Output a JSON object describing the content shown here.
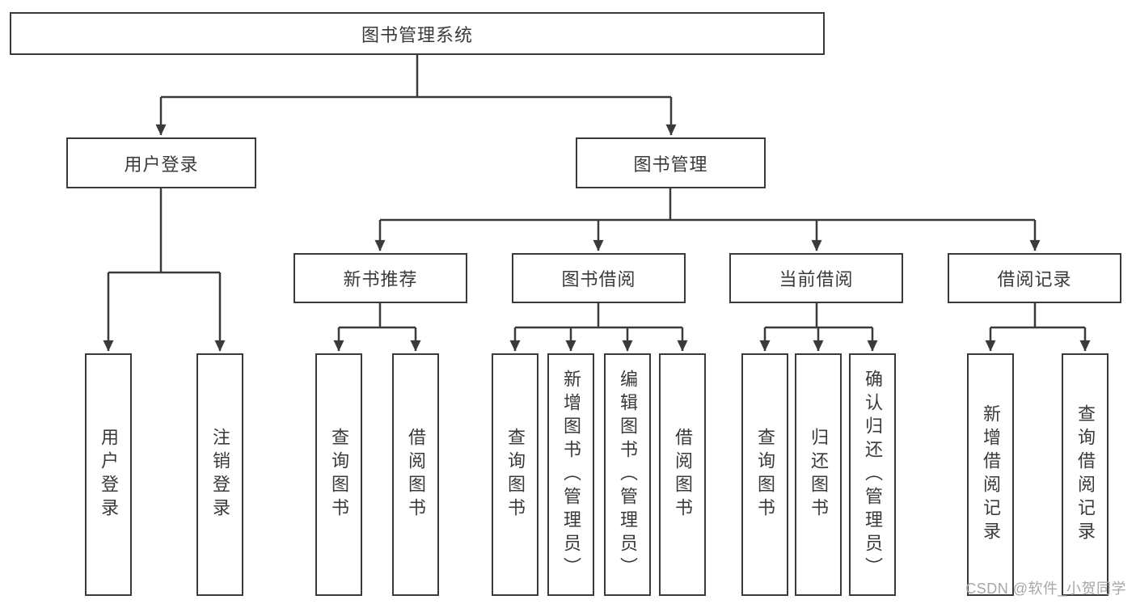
{
  "diagram_type": "hierarchy-tree",
  "colors": {
    "line": "#3a3a3a",
    "box_border": "#3a3a3a",
    "box_fill": "#ffffff",
    "text": "#3a3a3a",
    "background": "#ffffff",
    "watermark_text": "#a6a6a6"
  },
  "tree": {
    "label": "图书管理系统",
    "children": [
      {
        "label": "用户登录",
        "children": [
          {
            "label": "用户登录"
          },
          {
            "label": "注销登录"
          }
        ]
      },
      {
        "label": "图书管理",
        "children": [
          {
            "label": "新书推荐",
            "children": [
              {
                "label": "查询图书"
              },
              {
                "label": "借阅图书"
              }
            ]
          },
          {
            "label": "图书借阅",
            "children": [
              {
                "label": "查询图书"
              },
              {
                "label": "新增图书（管理员）"
              },
              {
                "label": "编辑图书（管理员）"
              },
              {
                "label": "借阅图书"
              }
            ]
          },
          {
            "label": "当前借阅",
            "children": [
              {
                "label": "查询图书"
              },
              {
                "label": "归还图书"
              },
              {
                "label": "确认归还（管理员）"
              }
            ]
          },
          {
            "label": "借阅记录",
            "children": [
              {
                "label": "新增借阅记录"
              },
              {
                "label": "查询借阅记录"
              }
            ]
          }
        ]
      }
    ]
  },
  "watermark": "CSDN @软件_小贺同学"
}
